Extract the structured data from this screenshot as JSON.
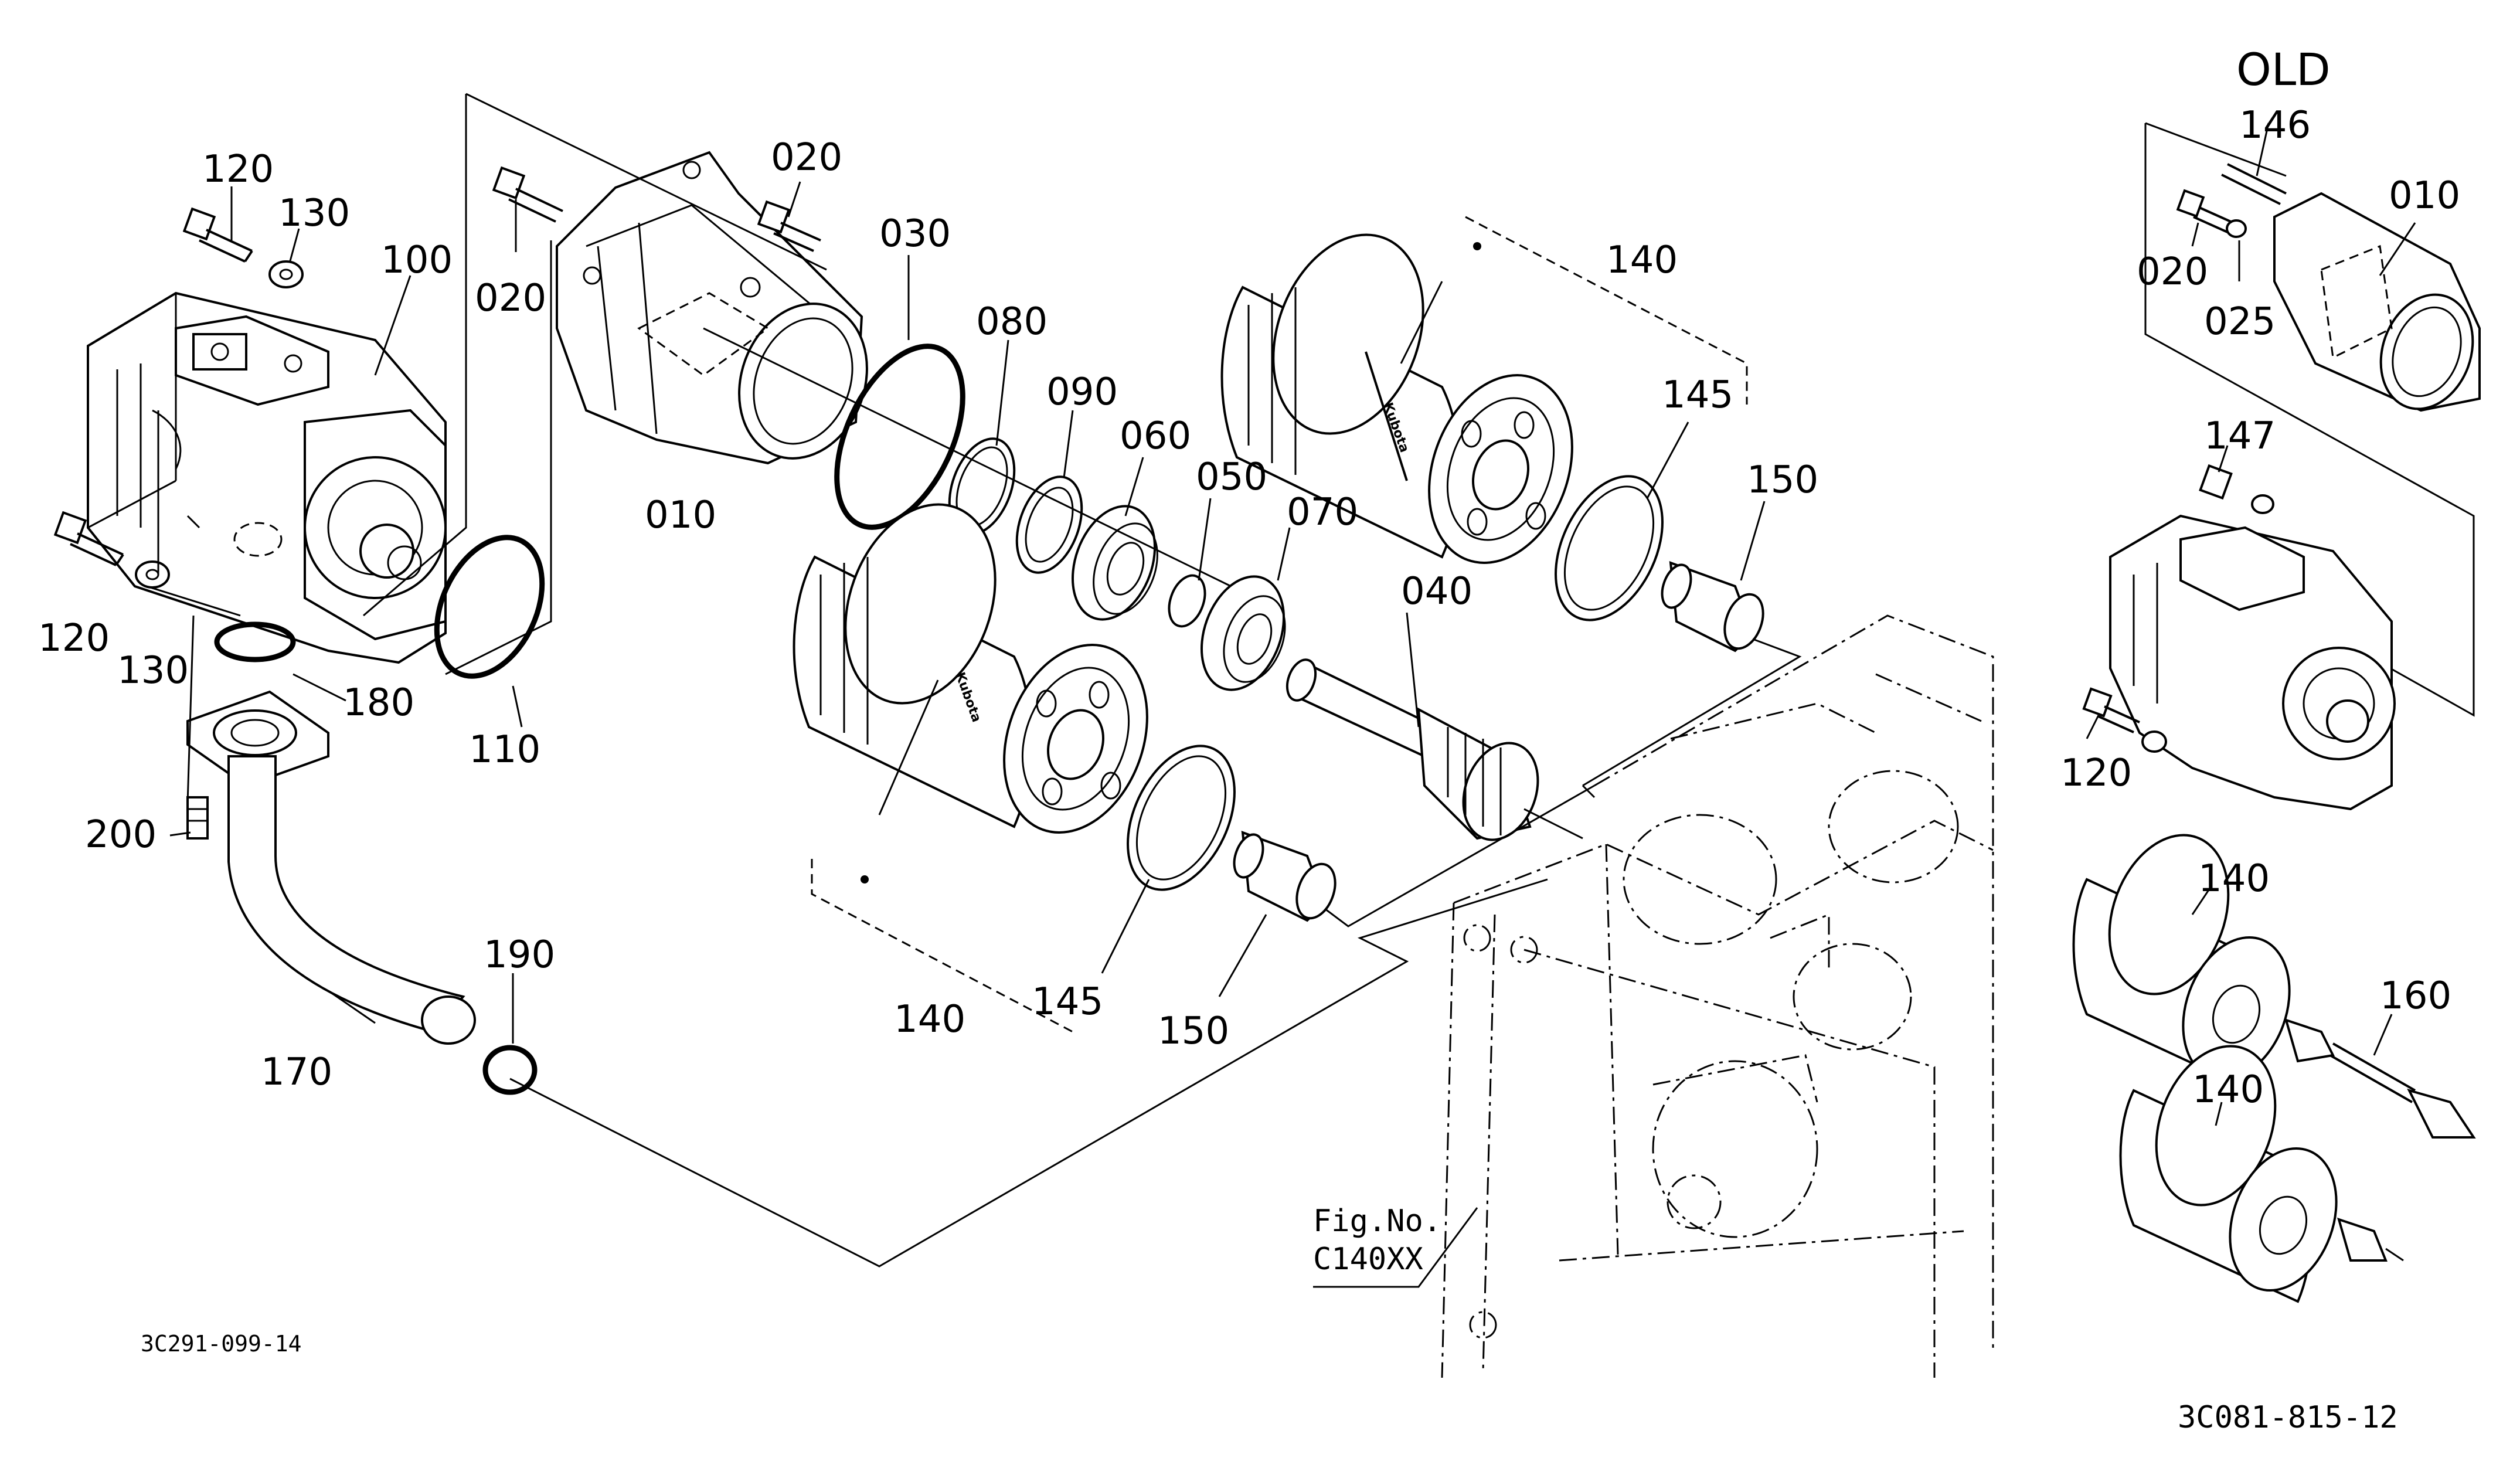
{
  "old_heading": "OLD",
  "drawing_codes": {
    "left": "3C291-099-14",
    "right": "3C081-815-12"
  },
  "fig_reference": {
    "line1": "Fig.No.",
    "line2": "C140XX"
  },
  "brand_text": "Kubota",
  "callouts": {
    "c120_top": "120",
    "c130_top": "130",
    "c100": "100",
    "c120_mid": "120",
    "c130_mid": "130",
    "c180": "180",
    "c110": "110",
    "c200": "200",
    "c170": "170",
    "c190": "190",
    "c020_a": "020",
    "c020_b": "020",
    "c010": "010",
    "c030": "030",
    "c080": "080",
    "c090": "090",
    "c060": "060",
    "c050": "050",
    "c070": "070",
    "c040": "040",
    "c140_top": "140",
    "c145_top": "145",
    "c150_top": "150",
    "c140_bot": "140",
    "c145_bot": "145",
    "c150_bot": "150",
    "c146_old": "146",
    "c010_old": "010",
    "c020_old": "020",
    "c025_old": "025",
    "c147_old": "147",
    "c120_old": "120",
    "c140_old1": "140",
    "c160_old": "160",
    "c140_old2": "140"
  }
}
